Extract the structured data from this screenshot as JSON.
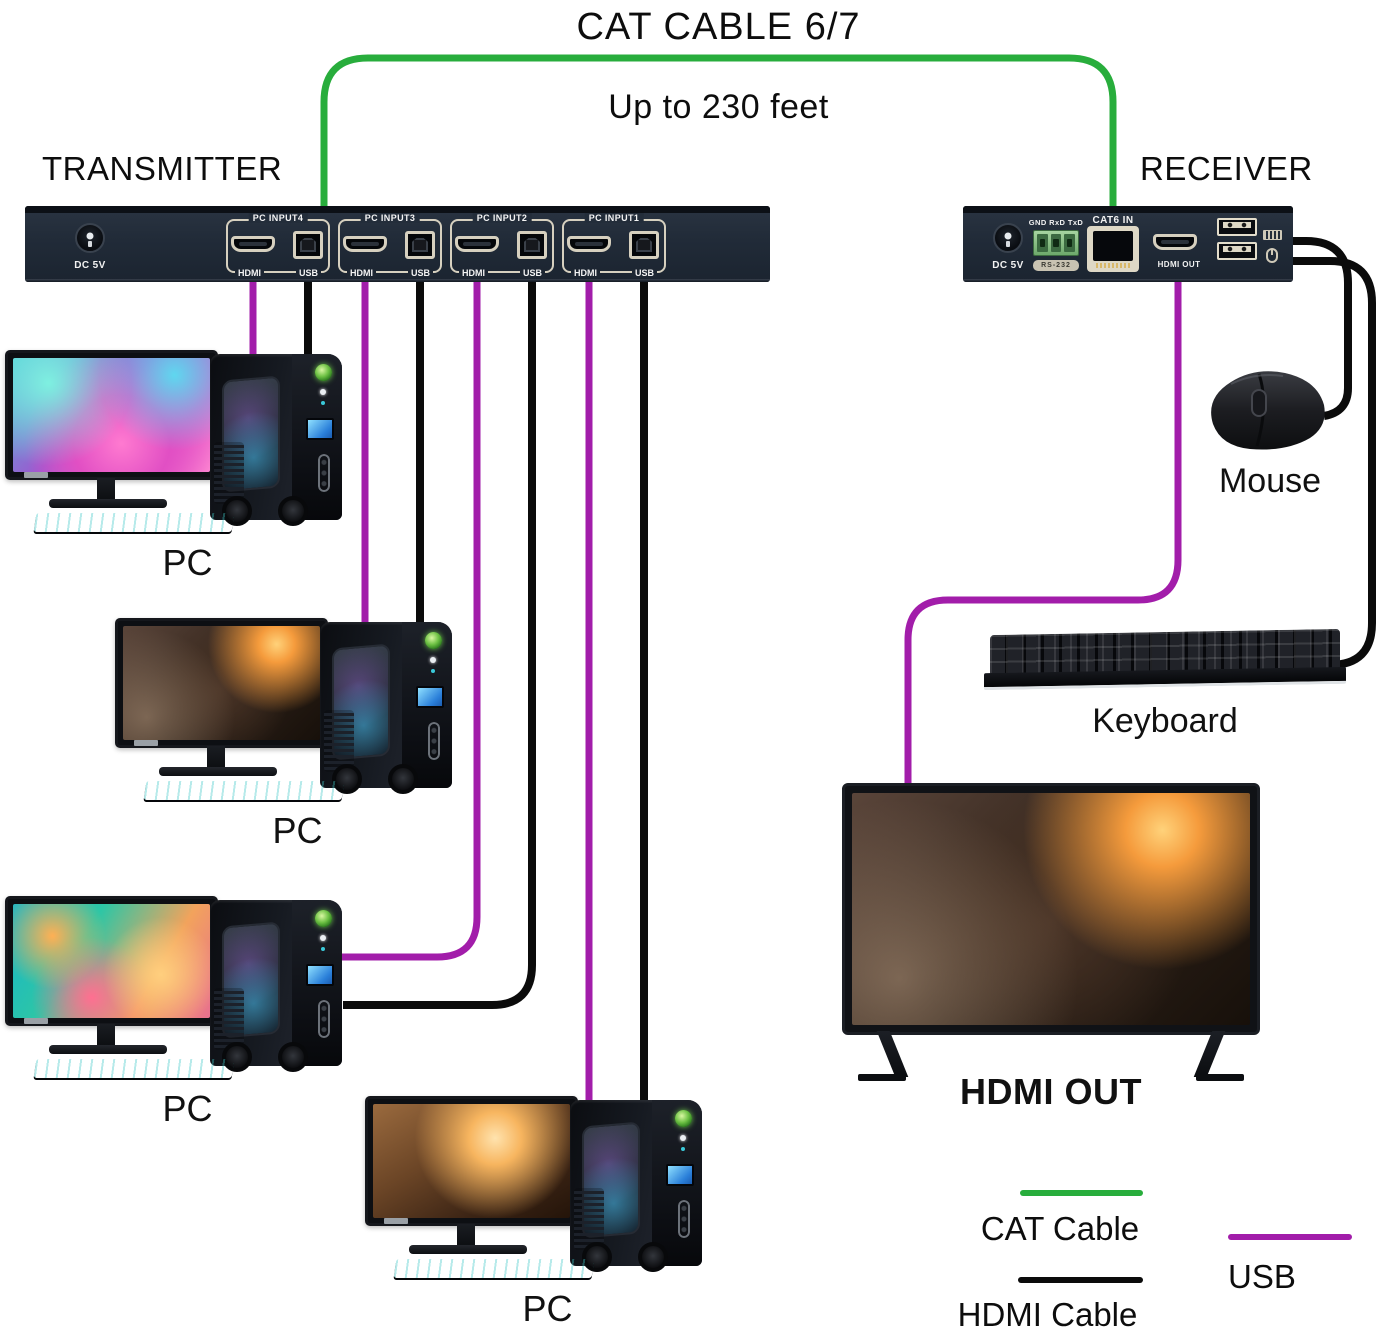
{
  "header": {
    "title": "CAT CABLE 6/7",
    "subtitle": "Up to 230 feet"
  },
  "transmitter": {
    "label": "TRANSMITTER",
    "power_label": "DC 5V",
    "inputs": [
      {
        "label": "PC INPUT4",
        "hdmi_label": "HDMI",
        "usb_label": "USB"
      },
      {
        "label": "PC INPUT3",
        "hdmi_label": "HDMI",
        "usb_label": "USB"
      },
      {
        "label": "PC INPUT2",
        "hdmi_label": "HDMI",
        "usb_label": "USB"
      },
      {
        "label": "PC INPUT1",
        "hdmi_label": "HDMI",
        "usb_label": "USB"
      }
    ]
  },
  "receiver": {
    "label": "RECEIVER",
    "power_label": "DC 5V",
    "serial_pins_label": "GND RxD TxD",
    "serial_port_label": "RS-232",
    "cat6_label": "CAT6 IN",
    "hdmi_out_label": "HDMI OUT"
  },
  "sources": {
    "pc1_label": "PC",
    "pc2_label": "PC",
    "pc3_label": "PC",
    "pc4_label": "PC"
  },
  "peripherals": {
    "mouse_label": "Mouse",
    "keyboard_label": "Keyboard",
    "display_label": "HDMI OUT"
  },
  "legend": {
    "cat": {
      "label": "CAT Cable",
      "color": "#28ad3c"
    },
    "hdmi": {
      "label": "HDMI Cable",
      "color": "#0b0b0b"
    },
    "usb": {
      "label": "USB",
      "color": "#a21daa"
    }
  },
  "colors": {
    "cat": "#28ad3c",
    "hdmi": "#0b0b0b",
    "usb": "#a21daa"
  }
}
